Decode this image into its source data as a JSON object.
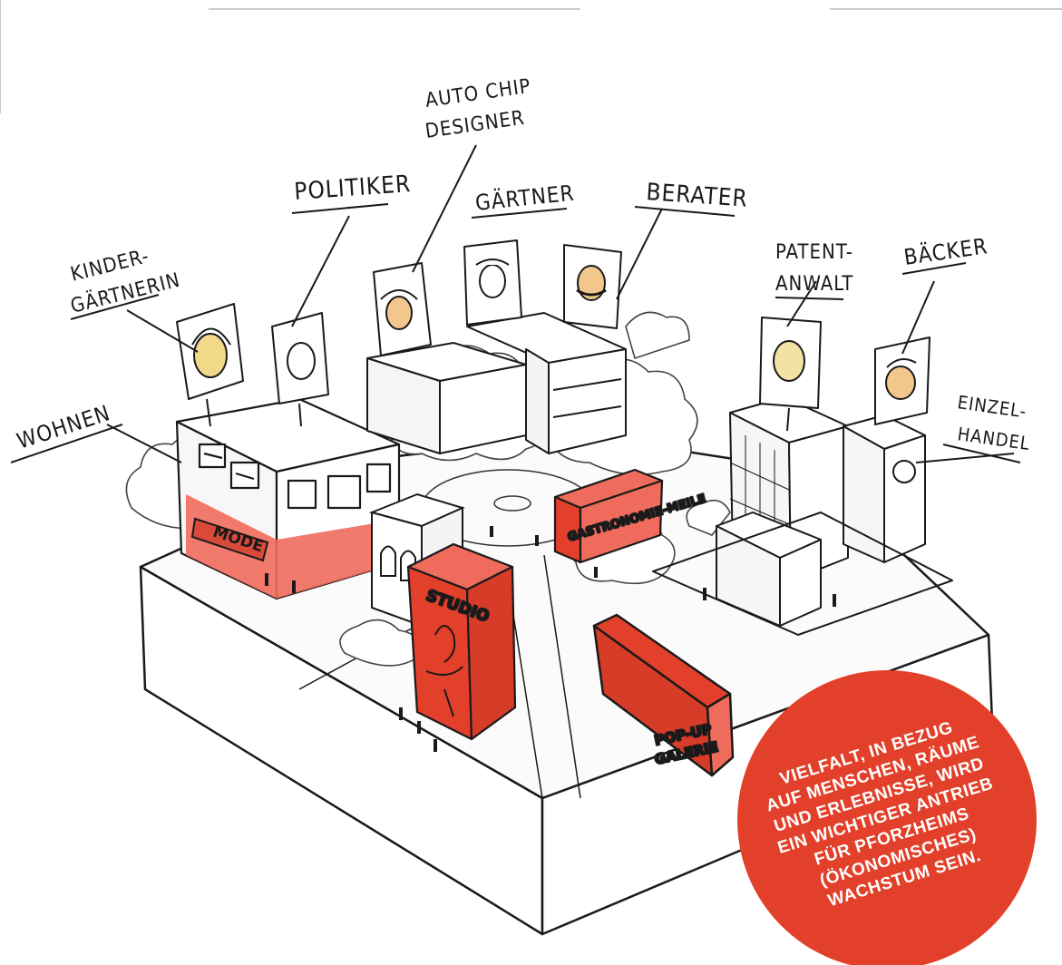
{
  "labels": {
    "kindergaertnerin_1": "KINDER-",
    "kindergaertnerin_2": "GÄRTNERIN",
    "politiker": "POLITIKER",
    "auto_chip_1": "AUTO CHIP",
    "auto_chip_2": "DESIGNER",
    "gaertner": "GÄRTNER",
    "berater": "BERATER",
    "patent_1": "PATENT-",
    "patent_2": "ANWALT",
    "baecker": "BÄCKER",
    "einzel_1": "EINZEL-",
    "einzel_2": "HANDEL",
    "wohnen": "WOHNEN"
  },
  "signs": {
    "mode": "MODE",
    "studio": "STUDIO",
    "gastronomie": "GASTRONOMIE-MEILE",
    "popup_1": "POP-UP",
    "popup_2": "GALERIE"
  },
  "badge": {
    "lines": [
      "VIELFALT, IN BEZUG",
      "AUF MENSCHEN, RÄUME",
      "UND ERLEBNISSE, WIRD",
      "EIN WICHTIGER ANTRIEB",
      "FÜR PFORZHEIMS",
      "(ÖKONOMISCHES)",
      "WACHSTUM SEIN."
    ]
  },
  "colors": {
    "accent_red": "#e2402a",
    "highlight_red": "#ef6b5c",
    "ink": "#1a1a1a"
  }
}
